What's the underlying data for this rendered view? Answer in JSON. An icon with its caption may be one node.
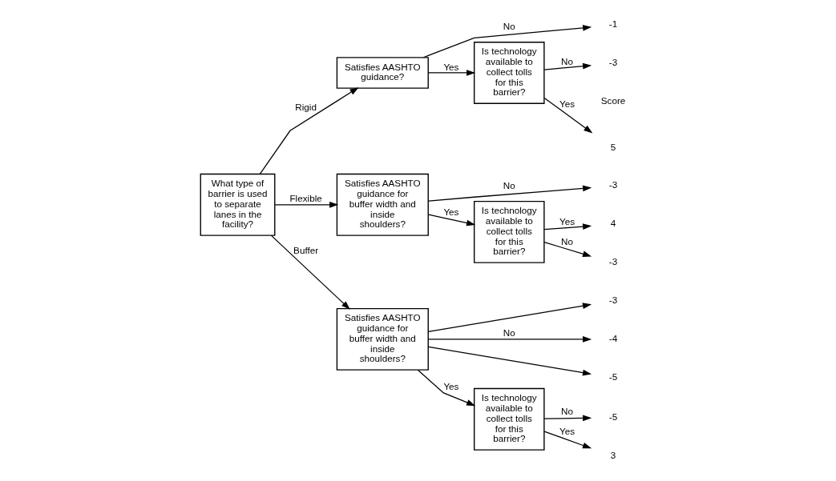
{
  "diagram": {
    "nodes": [
      {
        "text": [
          "What type of barrier is used to separate lanes in the facility?"
        ]
      },
      {
        "text": [
          "Satisfies AASHTO guidance?"
        ]
      },
      {
        "text": [
          "Is technology available to collect tolls for this barrier?"
        ]
      },
      {
        "text": [
          "5"
        ]
      },
      {
        "text": [
          "-3"
        ]
      },
      {
        "text": [
          "-1"
        ]
      },
      {
        "text": [
          "Satisfies AASHTO guidance for buffer width and inside shoulders?"
        ]
      },
      {
        "text": [
          "Is technology available to collect tolls for this barrier?"
        ]
      },
      {
        "text": [
          "4"
        ]
      },
      {
        "text": [
          "-3"
        ]
      },
      {
        "text": [
          "-3"
        ]
      },
      {
        "text": [
          "Satisfies AASHTO guidance for buffer width and inside shoulders?"
        ]
      },
      {
        "text": [
          "Is technology available to collect tolls for this barrier?"
        ]
      },
      {
        "text": [
          "3"
        ]
      },
      {
        "text": [
          "-5"
        ]
      },
      {
        "text": [
          "-3"
        ]
      },
      {
        "text": [
          "-4"
        ]
      },
      {
        "text": [
          "-5"
        ]
      }
    ],
    "edges": [
      {
        "from": 0,
        "to": 1,
        "arrow": "to",
        "label": "Rigid"
      },
      {
        "from": 1,
        "to": 2,
        "arrow": "to",
        "label": "Yes"
      },
      {
        "from": 2,
        "to": 3,
        "arrow": "to",
        "label": "Yes"
      },
      {
        "from": 2,
        "to": 4,
        "arrow": "to",
        "label": "No"
      },
      {
        "from": 1,
        "to": 5,
        "arrow": "to",
        "label": "No"
      },
      {
        "from": 0,
        "to": 6,
        "arrow": "to",
        "label": "Flexible"
      },
      {
        "from": 6,
        "to": 7,
        "arrow": "to",
        "label": "Yes"
      },
      {
        "from": 7,
        "to": 8,
        "arrow": "to",
        "label": "Yes"
      },
      {
        "from": 7,
        "to": 9,
        "arrow": "to",
        "label": "No"
      },
      {
        "from": 6,
        "to": 10,
        "arrow": "to",
        "label": "No"
      },
      {
        "from": 0,
        "to": 11,
        "arrow": "to",
        "label": "Buffer"
      },
      {
        "from": 11,
        "to": 12,
        "arrow": "to",
        "label": "Yes"
      },
      {
        "from": 12,
        "to": 13,
        "arrow": "to",
        "label": "Yes"
      },
      {
        "from": 12,
        "to": 14,
        "arrow": "to",
        "label": "No"
      },
      {
        "from": 11,
        "to": 15,
        "arrow": "to"
      },
      {
        "from": 11,
        "to": 16,
        "arrow": "to",
        "label": "No"
      },
      {
        "from": 11,
        "to": 17,
        "arrow": "to"
      }
    ],
    "labels": [
      "Score"
    ]
  }
}
